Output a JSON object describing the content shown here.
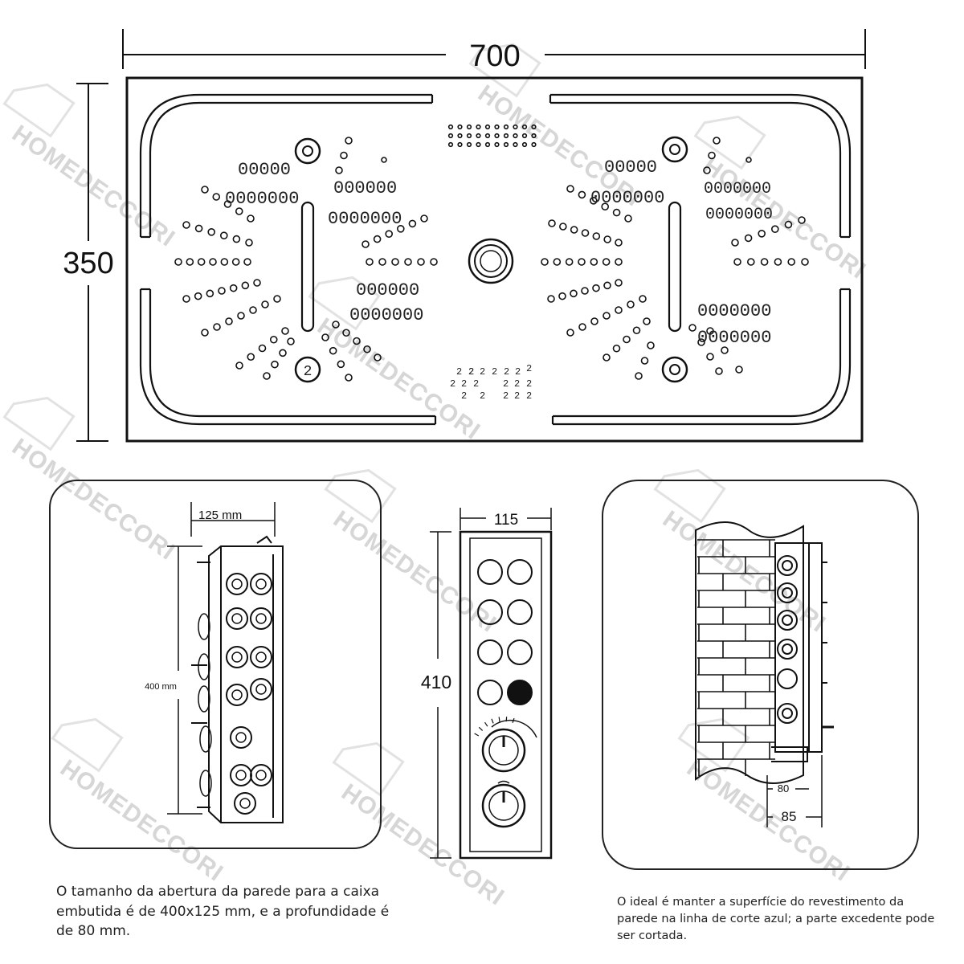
{
  "dimensions": {
    "panel_width": "700",
    "panel_height": "350",
    "box_width": "125 mm",
    "box_height": "400 mm",
    "control_width": "115",
    "control_height": "410",
    "depth_inner": "80",
    "depth_outer": "85"
  },
  "panel": {
    "nozzle_row_5": "00000",
    "nozzle_row_7": "0000000",
    "nozzle_row_6": "000000",
    "nozzle_mark": "2"
  },
  "captions": {
    "left": "O tamanho da abertura da parede para a caixa embutida é de 400x125 mm, e a profundidade é de 80 mm.",
    "right": "O ideal é manter a superfície do revestimento da parede na linha de corte azul; a parte excedente pode ser cortada."
  },
  "watermark": "HOMEDECCORI"
}
